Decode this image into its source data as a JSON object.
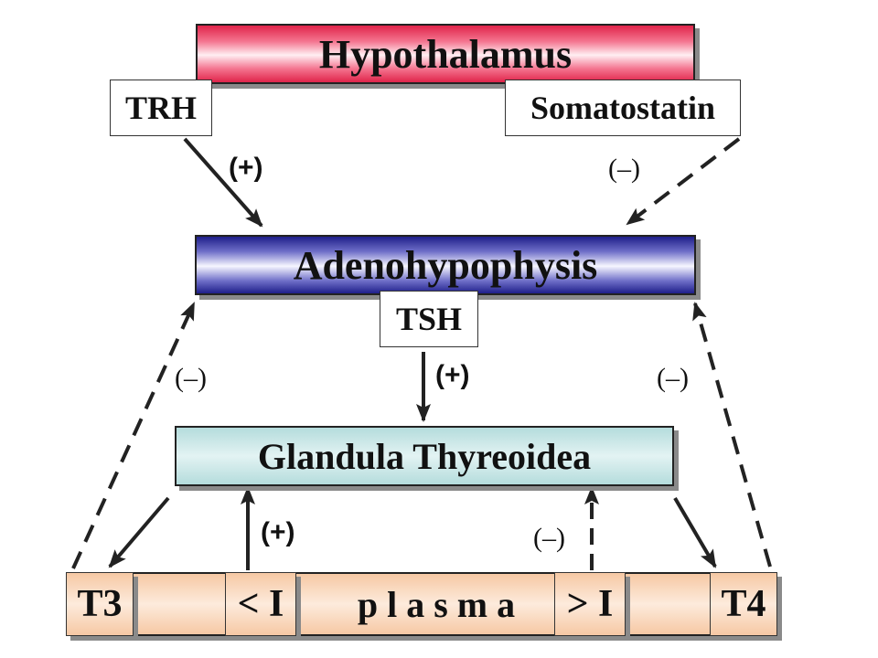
{
  "nodes": {
    "hypothalamus": "Hypothalamus",
    "adenohypophysis": "Adenohypophysis",
    "thyroid": "Glandula Thyreoidea",
    "plasma": "p l a s m a"
  },
  "hormones": {
    "trh": "TRH",
    "somatostatin": "Somatostatin",
    "tsh": "TSH"
  },
  "plasma_items": {
    "t3": "T3",
    "low_iodine": "< I",
    "high_iodine": "> I",
    "t4": "T4"
  },
  "effects": {
    "trh_effect": "(+)",
    "somatostatin_effect": "(–)",
    "tsh_effect": "(+)",
    "t3_feedback": "(–)",
    "t4_feedback": "(–)",
    "low_iodine_effect": "(+)",
    "high_iodine_effect": "(–)"
  },
  "colors": {
    "hypothalamus": "#e0244a",
    "adenohypophysis": "#1f1f8a",
    "thyroid": "#b4dcdc",
    "plasma": "#f6c8a4"
  }
}
